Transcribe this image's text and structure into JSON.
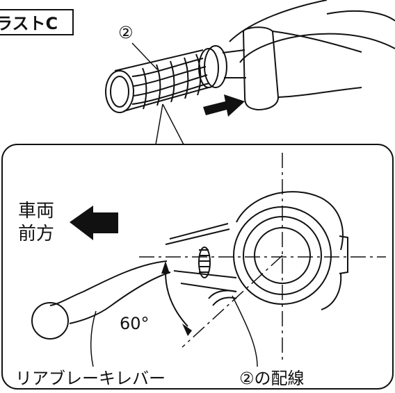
{
  "figure": {
    "title": "ラストC",
    "grip_callout": "②",
    "front_label_line1": "車両",
    "front_label_line2": "前方",
    "angle_label": "60°",
    "lever_label": "リアブレーキレバー",
    "wiring_label": "②の配線"
  },
  "colors": {
    "line": "#111111",
    "background": "#ffffff"
  }
}
